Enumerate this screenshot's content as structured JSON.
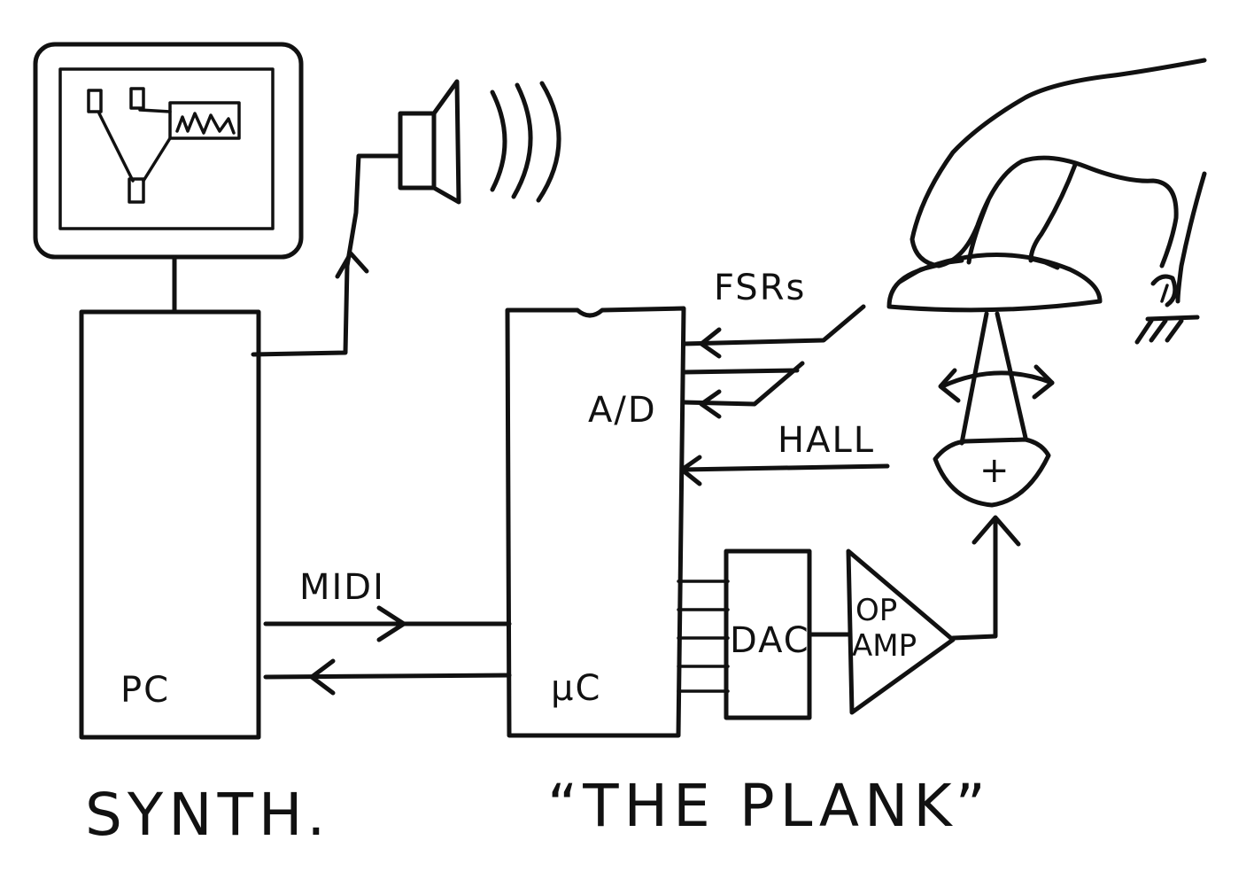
{
  "labels": {
    "pc": "PC",
    "synth": "SYNTH.",
    "plank": "“THE PLANK”",
    "midi": "MIDI",
    "ad": "A/D",
    "uc": "μC",
    "fsrs": "FSRs",
    "hall": "HALL",
    "dac": "DAC",
    "op": "OP",
    "amp": "AMP",
    "plus": "+"
  },
  "colors": {
    "ink": "#111111",
    "paper": "#ffffff"
  }
}
